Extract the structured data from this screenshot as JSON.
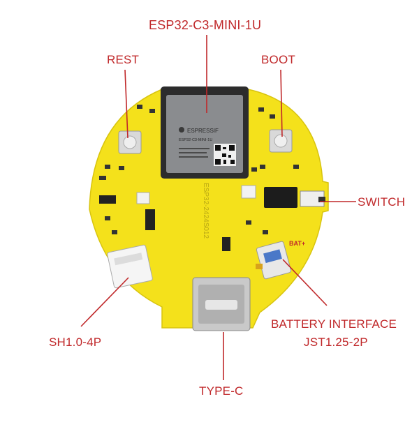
{
  "labels": {
    "module": "ESP32-C3-MINI-1U",
    "reset": "REST",
    "boot": "BOOT",
    "switch": "SWITCH",
    "battery_line1": "BATTERY INTERFACE",
    "battery_line2": "JST1.25-2P",
    "sh_connector": "SH1.0-4P",
    "usb": "TYPE-C"
  },
  "module_marking": {
    "brand": "ESPRESSIF",
    "model": "ESP32-C3-MINI-1U"
  },
  "pcb_silkscreen": {
    "battery": "BAT+",
    "axis_text": "ESP32-2424S012"
  },
  "colors": {
    "label_red": "#c0282a",
    "pcb_yellow": "#f4e11b",
    "shield_grey": "#8a8c8f",
    "chip_black": "#1c1c1c"
  }
}
